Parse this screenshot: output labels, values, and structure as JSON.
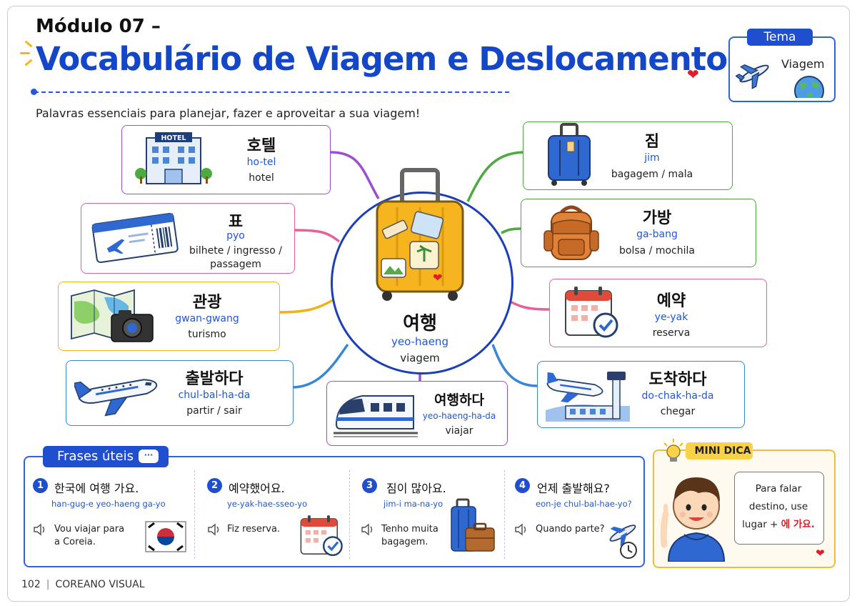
{
  "header": {
    "kicker": "Módulo 07 –",
    "title": "Vocabulário de Viagem e Deslocamento",
    "subtitle": "Palavras essenciais para planejar, fazer e aproveitar a sua viagem!"
  },
  "theme": {
    "label": "Tema",
    "value": "Viagem",
    "icon": "airplane-icon"
  },
  "center_word": {
    "korean": "여행",
    "romanization": "yeo-haeng",
    "translation": "viagem",
    "icon": "suitcase-icon"
  },
  "vocab": {
    "hotel": {
      "korean": "호텔",
      "romanization": "ho-tel",
      "translation": "hotel",
      "color": "#9b4fd0",
      "icon": "hotel-icon",
      "sign": "HOTEL"
    },
    "jim": {
      "korean": "짐",
      "romanization": "jim",
      "translation": "bagagem / mala",
      "color": "#4caa3e",
      "icon": "luggage-icon"
    },
    "pyo": {
      "korean": "표",
      "romanization": "pyo",
      "translation_1": "bilhete / ingresso /",
      "translation_2": "passagem",
      "color": "#e6609a",
      "icon": "ticket-icon"
    },
    "gabang": {
      "korean": "가방",
      "romanization": "ga-bang",
      "translation": "bolsa / mochila",
      "color": "#4caa3e",
      "icon": "backpack-icon"
    },
    "gwangwang": {
      "korean": "관광",
      "romanization": "gwan-gwang",
      "translation": "turismo",
      "color": "#f0b21c",
      "icon": "map-camera-icon"
    },
    "yeyak": {
      "korean": "예약",
      "romanization": "ye-yak",
      "translation": "reserva",
      "color": "#e6609a",
      "icon": "calendar-check-icon"
    },
    "chulbal": {
      "korean": "출발하다",
      "romanization": "chul-bal-ha-da",
      "translation": "partir / sair",
      "color": "#3a86d6",
      "icon": "airplane-icon"
    },
    "yeohaenghada": {
      "korean": "여행하다",
      "romanization": "yeo-haeng-ha-da",
      "translation": "viajar",
      "color": "#9b4fd0",
      "icon": "train-icon"
    },
    "dochak": {
      "korean": "도착하다",
      "romanization": "do-chak-ha-da",
      "translation": "chegar",
      "color": "#3a86d6",
      "icon": "airport-icon"
    }
  },
  "phrases": {
    "label": "Frases úteis",
    "bubble": "···",
    "items": [
      {
        "num": "1",
        "korean": "한국에 여행 가요.",
        "romanization": "han-gug-e yeo-haeng ga-yo",
        "translation_1": "Vou viajar para",
        "translation_2": "a Coreia.",
        "icon": "korea-flag-icon"
      },
      {
        "num": "2",
        "korean": "예약했어요.",
        "romanization": "ye-yak-hae-sseo-yo",
        "translation_1": "Fiz reserva.",
        "translation_2": "",
        "icon": "calendar-check-icon"
      },
      {
        "num": "3",
        "korean": "짐이 많아요.",
        "romanization": "jim-i ma-na-yo",
        "translation_1": "Tenho muita",
        "translation_2": "bagagem.",
        "icon": "luggage-icon"
      },
      {
        "num": "4",
        "korean": "언제 출발해요?",
        "romanization": "eon-je chul-bal-hae-yo?",
        "translation_1": "Quando parte?",
        "translation_2": "",
        "icon": "airplane-clock-icon"
      }
    ]
  },
  "tip": {
    "label": "MINI DICA",
    "line_1": "Para falar",
    "line_2": "destino, use",
    "line_3_prefix": "lugar + ",
    "line_3_highlight": "에 가요."
  },
  "footer": {
    "page": "102",
    "book": "COREANO VISUAL"
  },
  "colors": {
    "primary_blue": "#1f4fcf",
    "accent_red": "#e01e2a",
    "tip_yellow": "#f9d24a"
  }
}
